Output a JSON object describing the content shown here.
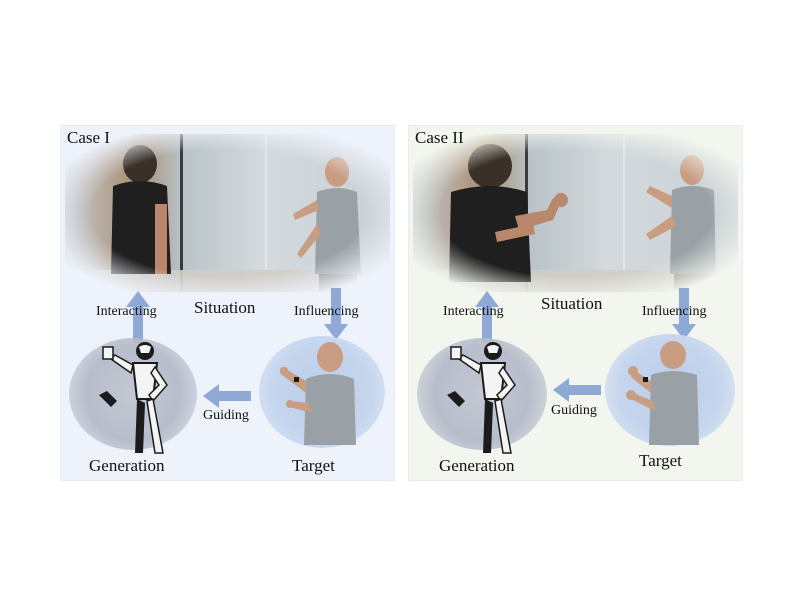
{
  "panels": [
    {
      "title": "Case I",
      "situation_label": "Situation",
      "interacting_label": "Interacting",
      "influencing_label": "Influencing",
      "guiding_label": "Guiding",
      "generation_label": "Generation",
      "target_label": "Target"
    },
    {
      "title": "Case II",
      "situation_label": "Situation",
      "interacting_label": "Interacting",
      "influencing_label": "Influencing",
      "guiding_label": "Guiding",
      "generation_label": "Generation",
      "target_label": "Target"
    }
  ],
  "colors": {
    "arrow": "#8fa9d6",
    "panel1_bg": "#eef3fb",
    "panel2_bg": "#f2f6ee",
    "robot_white": "#f4f4f4",
    "robot_black": "#1b1b1b",
    "shirt_black": "#1f1f1f",
    "shirt_grey": "#9aa1a6"
  },
  "icons": [
    "arrow-up-icon",
    "arrow-down-icon",
    "arrow-left-icon",
    "humanoid-robot-icon",
    "person-icon"
  ]
}
